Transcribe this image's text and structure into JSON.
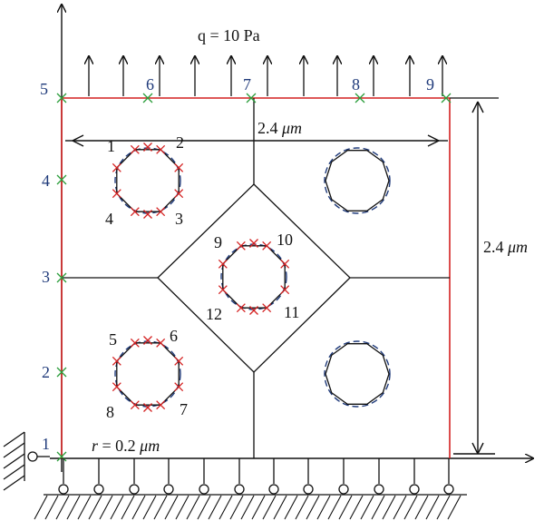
{
  "load_label": "q = 10 Pa",
  "width_label_value": "2.4 ",
  "width_label_unit": "μm",
  "height_label_value": "2.4 ",
  "height_label_unit": "μm",
  "radius_label_prefix": "r",
  "radius_label_value": " = 0.2 ",
  "radius_label_unit": "μm",
  "boundary_node_labels": [
    "1",
    "2",
    "3",
    "4",
    "5",
    "6",
    "7",
    "8",
    "9"
  ],
  "hole_node_labels": [
    "1",
    "2",
    "3",
    "4",
    "5",
    "6",
    "7",
    "8",
    "9",
    "10",
    "11",
    "12"
  ],
  "colors": {
    "boundary": "#d42020",
    "marker_boundary": "#2a9d3a",
    "marker_hole": "#d42020",
    "dashed_circle": "#1f3a7a",
    "node_label_blue": "#1f3a7a",
    "lines": "#111111"
  }
}
